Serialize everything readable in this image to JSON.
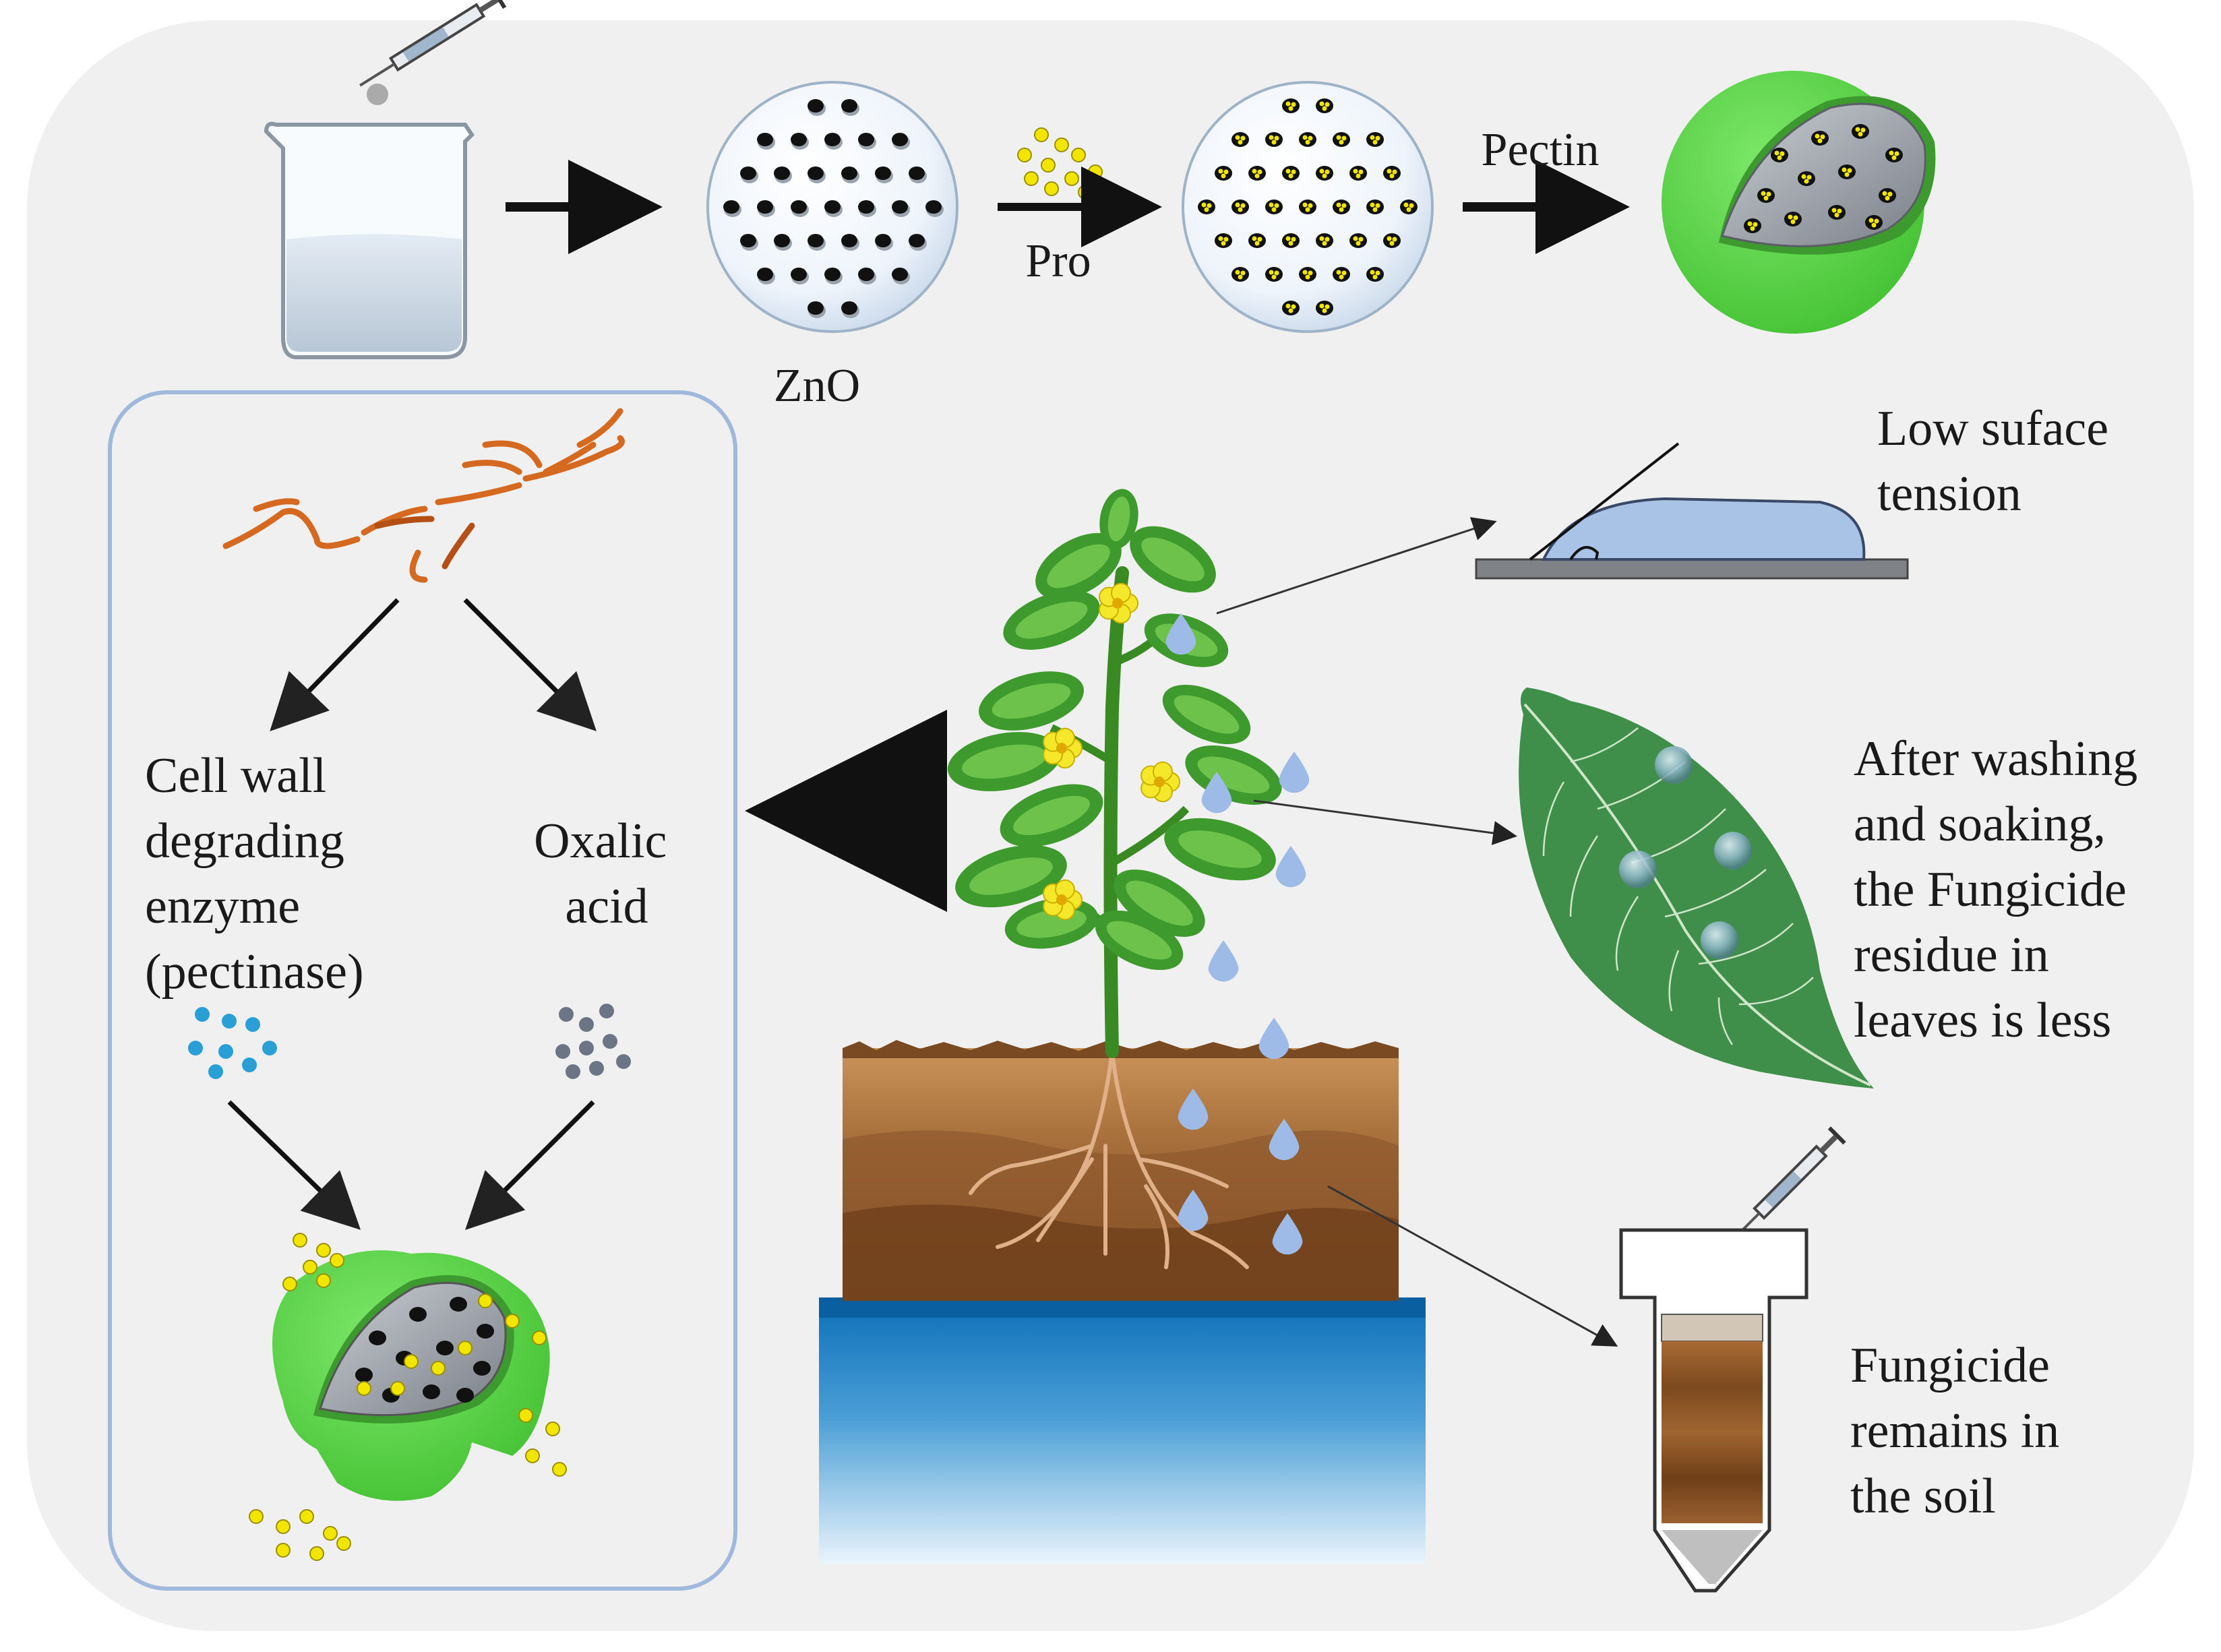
{
  "synthesis": {
    "zno_label": "ZnO",
    "pro_label": "Pro",
    "pectin_label": "Pectin"
  },
  "release_panel": {
    "enzyme_label": [
      "Cell wall",
      "degrading",
      "enzyme",
      "(pectinase)"
    ],
    "acid_label": [
      "Oxalic",
      "acid"
    ]
  },
  "contact_angle": {
    "label": [
      "Low suface",
      "tension"
    ]
  },
  "leaf": {
    "label": [
      "After washing",
      "and soaking,",
      "the Fungicide",
      "residue in",
      "leaves is less"
    ]
  },
  "soil": {
    "label": [
      "Fungicide",
      "remains in",
      "the soil"
    ]
  },
  "colors": {
    "background_panel": "#f0f0f0",
    "pectin_green": "#5dd548",
    "pro_yellow": "#f2e600",
    "panel_border": "#9fb8dc",
    "enzyme_blue": "#2a9fd6",
    "acid_gray": "#6c7585",
    "leaf_green": "#3f8f4a",
    "droplet_blue": "#9dbbe6",
    "water_blue": "#1f7fc4",
    "soil_brown": "#8b5a2b"
  },
  "icons": [
    "beaker-icon",
    "syringe-icon",
    "zno-sphere-icon",
    "loaded-sphere-icon",
    "pectin-coated-sphere-icon",
    "pectin-fiber-icon",
    "plant-icon",
    "leaf-icon",
    "centrifuge-tube-icon"
  ]
}
